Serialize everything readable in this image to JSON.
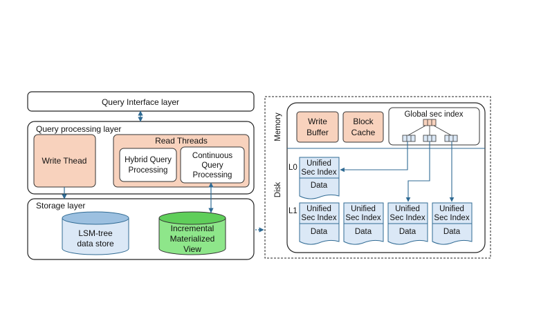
{
  "left": {
    "query_interface": "Query Interface layer",
    "query_processing": "Query processing layer",
    "write_thread": "Write Thead",
    "read_threads": "Read Threads",
    "hybrid": [
      "Hybrid Query",
      "Processing"
    ],
    "continuous": [
      "Continuous",
      "Query",
      "Processing"
    ],
    "storage_layer": "Storage layer",
    "lsm": [
      "LSM-tree",
      "data store"
    ],
    "imv": [
      "Incremental",
      "Materialized",
      "View"
    ]
  },
  "right": {
    "memory_label": "Memory",
    "disk_label": "Disk",
    "write_buffer": [
      "Write",
      "Buffer"
    ],
    "block_cache": [
      "Block",
      "Cache"
    ],
    "global_sec_index": "Global sec index",
    "l0": "L0",
    "l1": "L1",
    "sst_top": [
      "Unified",
      "Sec Index"
    ],
    "sst_bottom": "Data"
  },
  "colors": {
    "peach": "#f8d2bd",
    "blue_fill": "#dbe8f6",
    "green_fill": "#8ee68a",
    "arrow": "#2f6a93"
  }
}
